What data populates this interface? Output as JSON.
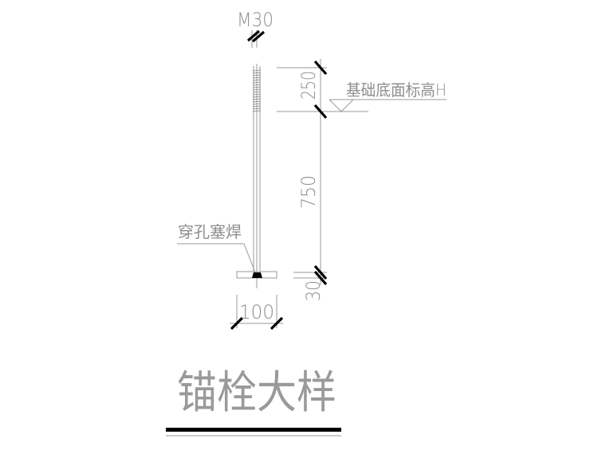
{
  "drawing": {
    "title": "锚栓大样",
    "bolt_spec": "M30",
    "weld_note": "穿孔塞焊",
    "elevation_note": "基础底面标高H",
    "dimensions": {
      "top_embed": "250",
      "main_embed": "750",
      "plate_thickness": "30",
      "plate_width": "100"
    }
  }
}
